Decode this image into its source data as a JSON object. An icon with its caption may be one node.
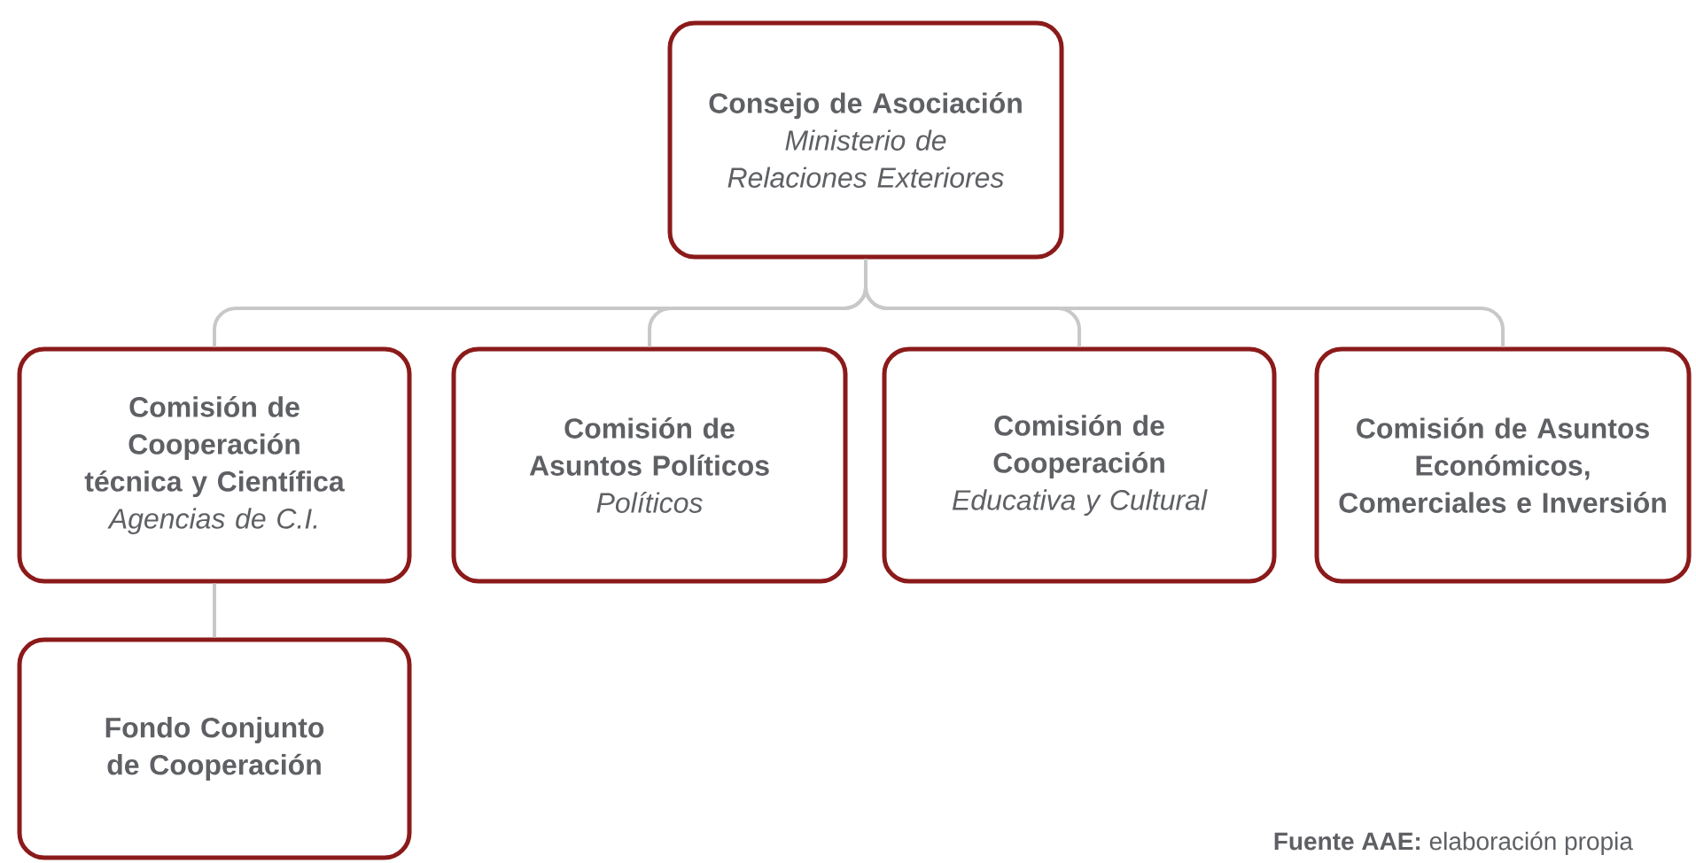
{
  "diagram": {
    "caption": "**Fuente AAE:** elaboración propia",
    "nodes": [
      {
        "text": [
          "Consejo de Asociación",
          "Ministerio de Relaciones Exteriores"
        ]
      },
      {
        "text": [
          "Comisión de Cooperación técnica y Científica",
          "Agencias de C.I."
        ]
      },
      {
        "text": [
          "Comisión de Asuntos Políticos",
          "Políticos"
        ]
      },
      {
        "text": [
          "Comisión de Cooperación",
          "Educativa y Cultural"
        ]
      },
      {
        "text": [
          "Comisión de Asuntos Económicos, Comerciales e Inversión"
        ]
      },
      {
        "text": [
          "Fondo Conjunto de Cooperación"
        ]
      }
    ],
    "edges": [
      {
        "from": 0,
        "to": 1,
        "arrow": "none"
      },
      {
        "from": 0,
        "to": 2,
        "arrow": "none"
      },
      {
        "from": 0,
        "to": 3,
        "arrow": "none"
      },
      {
        "from": 0,
        "to": 4,
        "arrow": "none"
      },
      {
        "from": 1,
        "to": 5,
        "arrow": "none"
      }
    ]
  }
}
